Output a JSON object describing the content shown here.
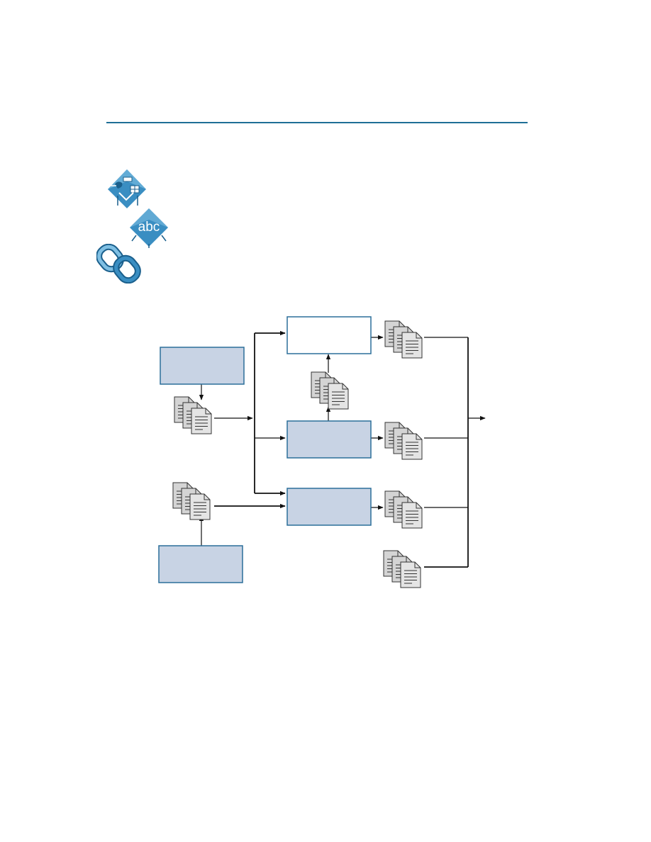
{
  "colors": {
    "rule": "#1f6f96",
    "icon_fill": "#3a8ec2",
    "icon_light": "#7fbfe3",
    "icon_dark": "#1a5f8c",
    "box_fill": "#c8d3e4",
    "box_stroke": "#2b6f9a",
    "doc_fill": "#d4d4d4",
    "doc_stroke": "#333333",
    "line": "#111111"
  },
  "icons": [
    {
      "name": "screen-mouse-icon"
    },
    {
      "name": "abc-text-icon",
      "text": "abc"
    },
    {
      "name": "chain-link-icon"
    }
  ],
  "diagram": {
    "boxes": [
      {
        "name": "top-left-process-box",
        "style": "filled"
      },
      {
        "name": "top-center-process-box",
        "style": "outline"
      },
      {
        "name": "middle-center-process-box",
        "style": "filled"
      },
      {
        "name": "lower-center-process-box",
        "style": "filled"
      },
      {
        "name": "bottom-left-process-box",
        "style": "filled"
      }
    ],
    "document_stacks": [
      {
        "name": "input-docs-upper"
      },
      {
        "name": "input-docs-lower"
      },
      {
        "name": "intermediate-docs"
      },
      {
        "name": "output-docs-1"
      },
      {
        "name": "output-docs-2"
      },
      {
        "name": "output-docs-3"
      },
      {
        "name": "output-docs-4"
      }
    ]
  }
}
